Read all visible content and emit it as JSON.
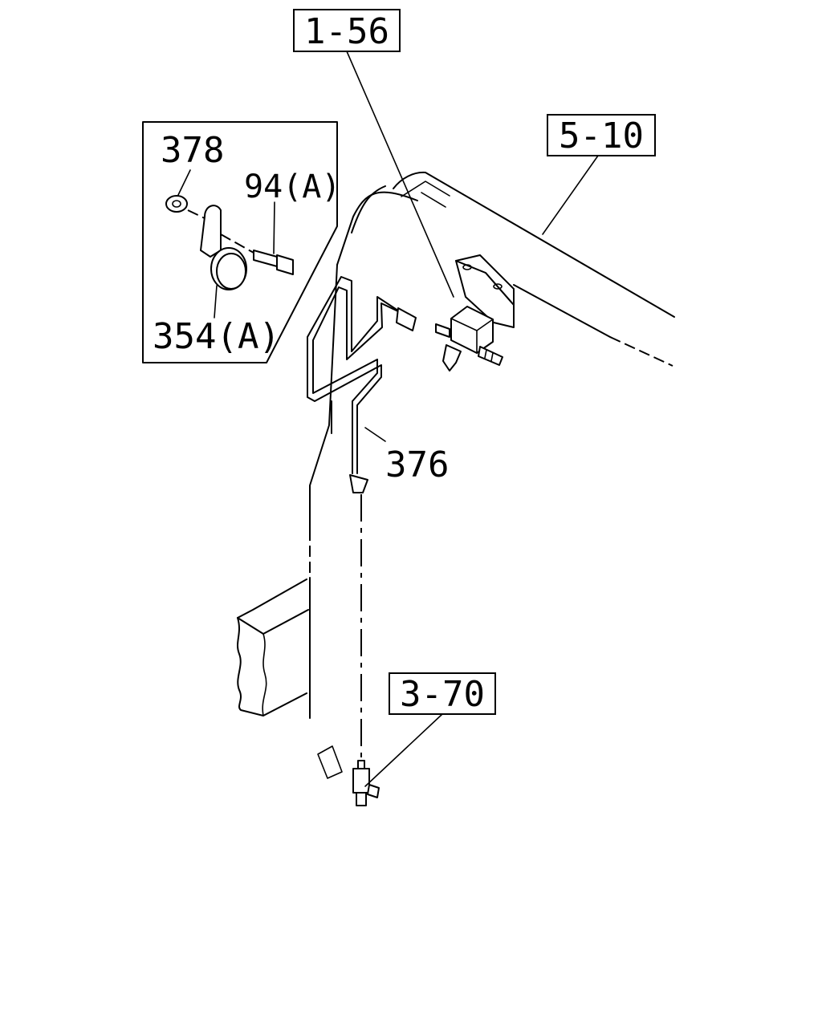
{
  "ref_boxes": {
    "top": "1-56",
    "right": "5-10",
    "bottom": "3-70"
  },
  "callouts": {
    "nut": "378",
    "bolt": "94(A)",
    "clip": "354(A)",
    "pipe": "376"
  }
}
